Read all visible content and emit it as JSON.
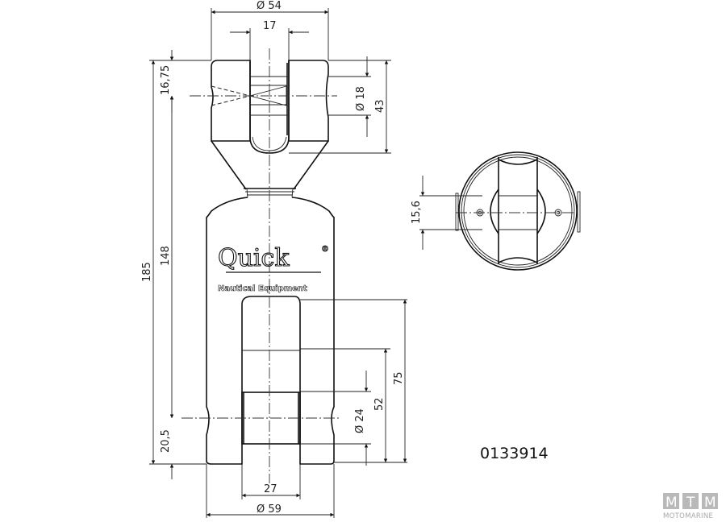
{
  "drawing": {
    "product_code": "0133914",
    "logo": {
      "brand": "Quick",
      "trademark": "®",
      "tagline": "Nautical Equipment"
    },
    "dimensions": {
      "top_diameter": "Ø 54",
      "top_slot_width": "17",
      "top_offset": "16,75",
      "top_hole_diameter": "Ø 18",
      "top_height": "43",
      "total_length": "185",
      "body_length": "148",
      "bottom_offset": "20,5",
      "bottom_slot_depth": "75",
      "bottom_inner_depth": "52",
      "bottom_hole_diameter": "Ø 24",
      "bottom_slot_width": "27",
      "bottom_diameter": "Ø 59",
      "side_view_width": "15,6"
    }
  },
  "watermark": {
    "letters": [
      "M",
      "T",
      "M"
    ],
    "text": "MOTOMARINE"
  }
}
